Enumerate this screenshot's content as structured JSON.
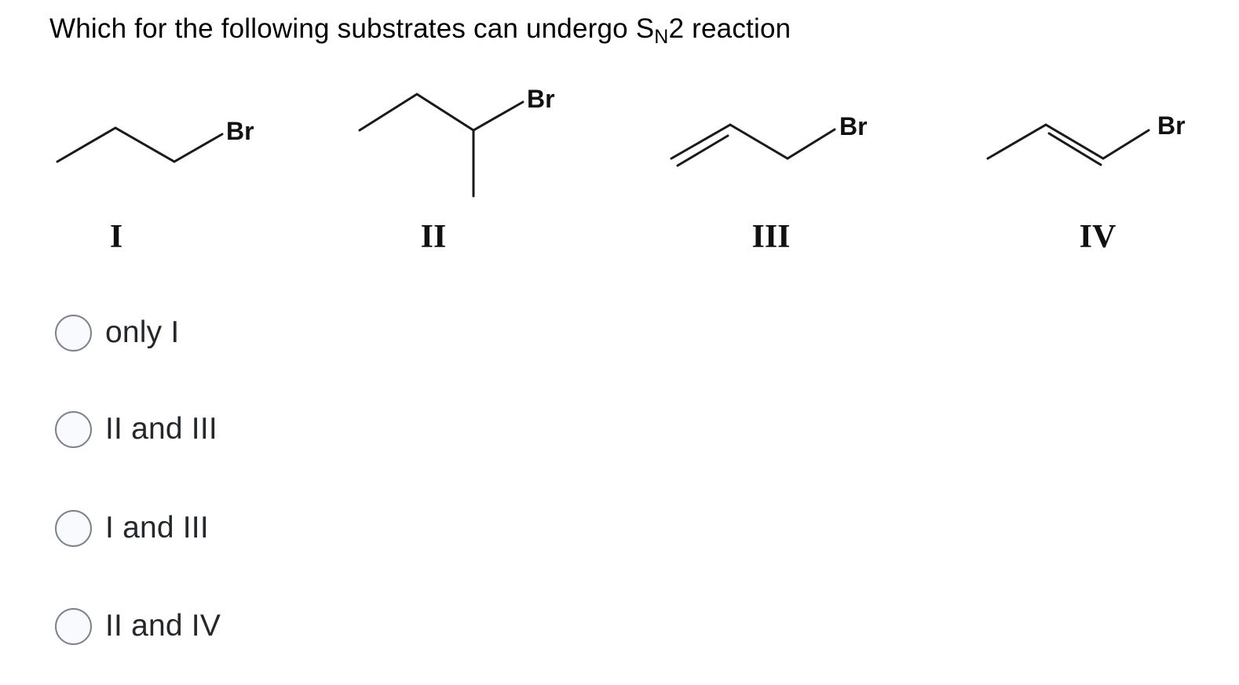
{
  "question": {
    "prefix": "Which for the following substrates can undergo S",
    "sub": "N",
    "suffix": "2 reaction"
  },
  "structures": [
    {
      "label": "I",
      "halogen": "Br"
    },
    {
      "label": "II",
      "halogen": "Br"
    },
    {
      "label": "III",
      "halogen": "Br"
    },
    {
      "label": "IV",
      "halogen": "Br"
    }
  ],
  "options": [
    {
      "label": "only I",
      "selected": false
    },
    {
      "label": "II and III",
      "selected": false
    },
    {
      "label": "I and III",
      "selected": false
    },
    {
      "label": "II and IV",
      "selected": false
    }
  ],
  "colors": {
    "background": "#ffffff",
    "bond_stroke": "#1a1a1a",
    "text": "#24272b",
    "radio_border": "#7d828b",
    "radio_fill": "#f8fafd"
  }
}
